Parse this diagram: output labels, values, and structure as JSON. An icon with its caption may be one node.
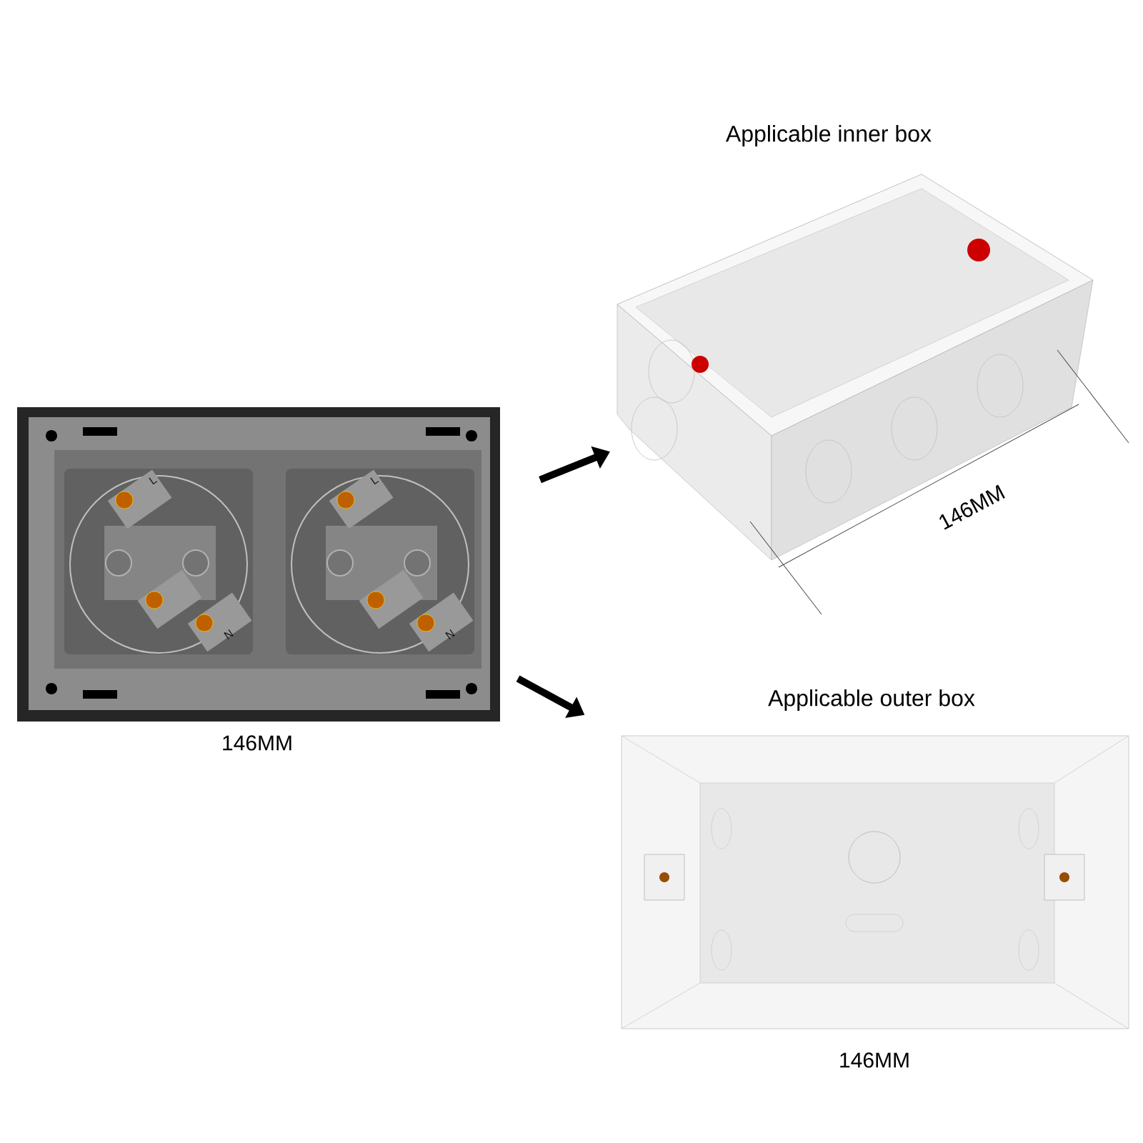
{
  "diagram": {
    "nodes": [
      {
        "text": [],
        "shape": "picture",
        "beside": [
          "146MM"
        ]
      },
      {
        "text": [
          "Applicable inner box"
        ]
      },
      {
        "text": [
          "Applicable outer box"
        ],
        "beside": [
          "146MM"
        ]
      }
    ],
    "edges": [
      {
        "from": 0,
        "to": 1,
        "arrow": "to"
      },
      {
        "from": 0,
        "to": 2,
        "arrow": "to"
      }
    ],
    "labels": [
      "L",
      "N",
      "L",
      "N",
      "146MM"
    ]
  }
}
